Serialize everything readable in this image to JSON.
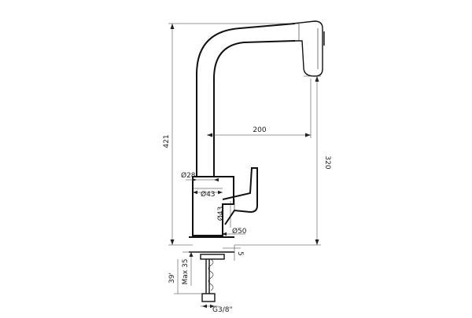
{
  "dimensions": {
    "total_height": "421",
    "spout_reach": "200",
    "spout_height": "320",
    "spout_diameter": "Ø28",
    "body_top_diameter": "Ø43",
    "body_side_diameter": "Ø43",
    "base_diameter": "Ø50",
    "base_gap": "5",
    "max_depth": "Max 35",
    "hose_length": "39'",
    "thread": "G3/8\""
  }
}
